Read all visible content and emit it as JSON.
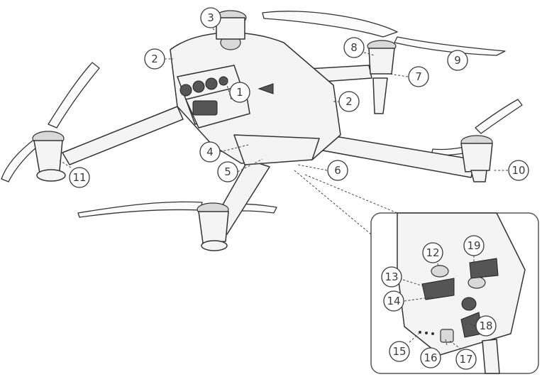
{
  "diagram": {
    "callouts": [
      {
        "id": "c1",
        "label": "1"
      },
      {
        "id": "c2a",
        "label": "2"
      },
      {
        "id": "c2b",
        "label": "2"
      },
      {
        "id": "c3",
        "label": "3"
      },
      {
        "id": "c4",
        "label": "4"
      },
      {
        "id": "c5",
        "label": "5"
      },
      {
        "id": "c6",
        "label": "6"
      },
      {
        "id": "c7",
        "label": "7"
      },
      {
        "id": "c8",
        "label": "8"
      },
      {
        "id": "c9",
        "label": "9"
      },
      {
        "id": "c10",
        "label": "10"
      },
      {
        "id": "c11",
        "label": "11"
      },
      {
        "id": "c12",
        "label": "12"
      },
      {
        "id": "c13",
        "label": "13"
      },
      {
        "id": "c14",
        "label": "14"
      },
      {
        "id": "c15",
        "label": "15"
      },
      {
        "id": "c16",
        "label": "16"
      },
      {
        "id": "c17",
        "label": "17"
      },
      {
        "id": "c18",
        "label": "18"
      },
      {
        "id": "c19",
        "label": "19"
      }
    ]
  }
}
